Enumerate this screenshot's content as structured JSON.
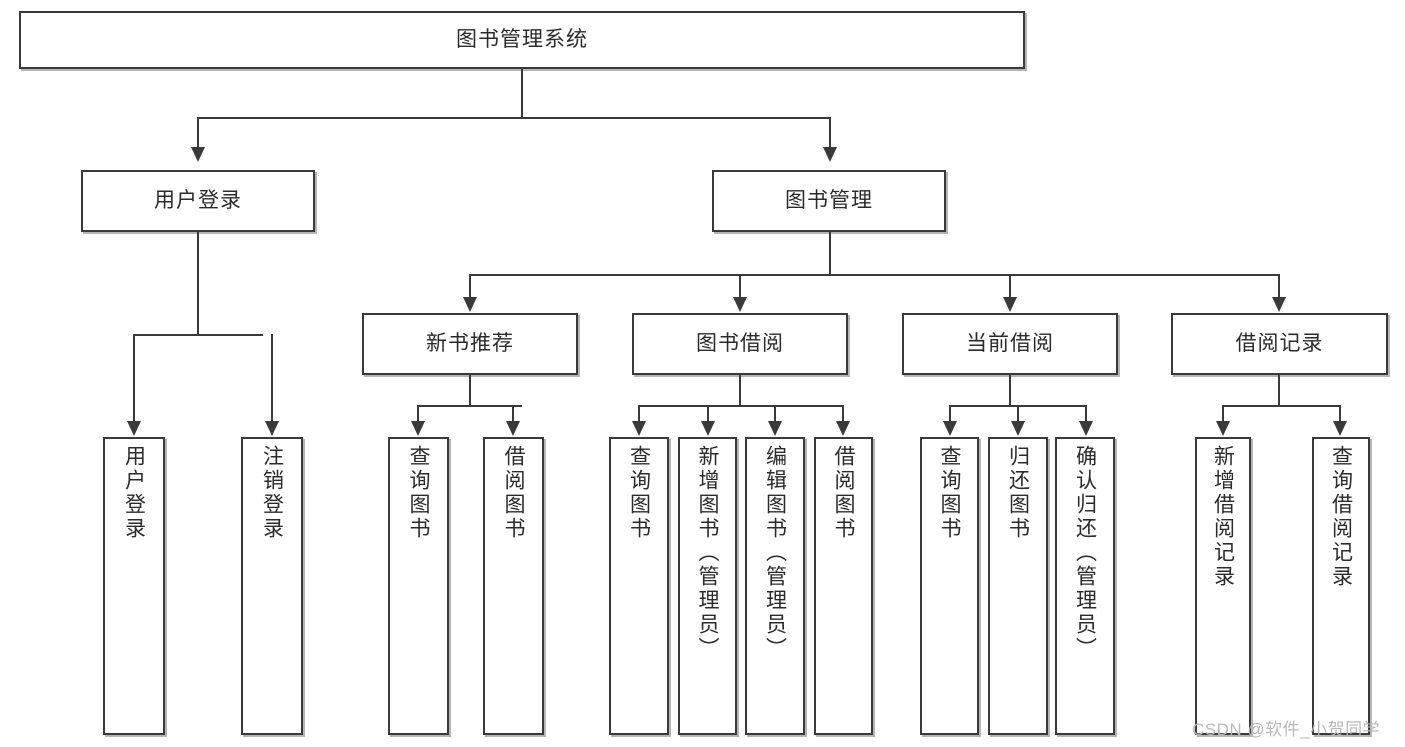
{
  "diagram": {
    "title": "图书管理系统",
    "type": "tree-hierarchy",
    "watermark": "CSDN @软件_小贺同学",
    "colors": {
      "stroke": "#3a3a3a",
      "fill": "#ffffff",
      "text": "#2b2b2b",
      "watermark": "#b9b9b9"
    },
    "levels": {
      "root": {
        "label": "图书管理系统"
      },
      "level2": [
        {
          "id": "user-login",
          "label": "用户登录"
        },
        {
          "id": "book-management",
          "label": "图书管理"
        }
      ],
      "level3": [
        {
          "id": "new-book-recommend",
          "label": "新书推荐"
        },
        {
          "id": "book-borrow",
          "label": "图书借阅"
        },
        {
          "id": "current-borrow",
          "label": "当前借阅"
        },
        {
          "id": "borrow-record",
          "label": "借阅记录"
        }
      ],
      "leaves": {
        "user-login": [
          {
            "id": "leaf-user-login",
            "label": "用户登录"
          },
          {
            "id": "leaf-logout-login",
            "label": "注销登录"
          }
        ],
        "new-book-recommend": [
          {
            "id": "leaf-query-book-1",
            "label": "查询图书"
          },
          {
            "id": "leaf-borrow-book-1",
            "label": "借阅图书"
          }
        ],
        "book-borrow": [
          {
            "id": "leaf-query-book-2",
            "label": "查询图书"
          },
          {
            "id": "leaf-add-book",
            "label": "新增图书（管理员）"
          },
          {
            "id": "leaf-edit-book",
            "label": "编辑图书（管理员）"
          },
          {
            "id": "leaf-borrow-book-2",
            "label": "借阅图书"
          }
        ],
        "current-borrow": [
          {
            "id": "leaf-query-book-3",
            "label": "查询图书"
          },
          {
            "id": "leaf-return-book",
            "label": "归还图书"
          },
          {
            "id": "leaf-confirm-return",
            "label": "确认归还（管理员）"
          }
        ],
        "borrow-record": [
          {
            "id": "leaf-add-record",
            "label": "新增借阅记录"
          },
          {
            "id": "leaf-query-record",
            "label": "查询借阅记录"
          }
        ]
      }
    }
  }
}
